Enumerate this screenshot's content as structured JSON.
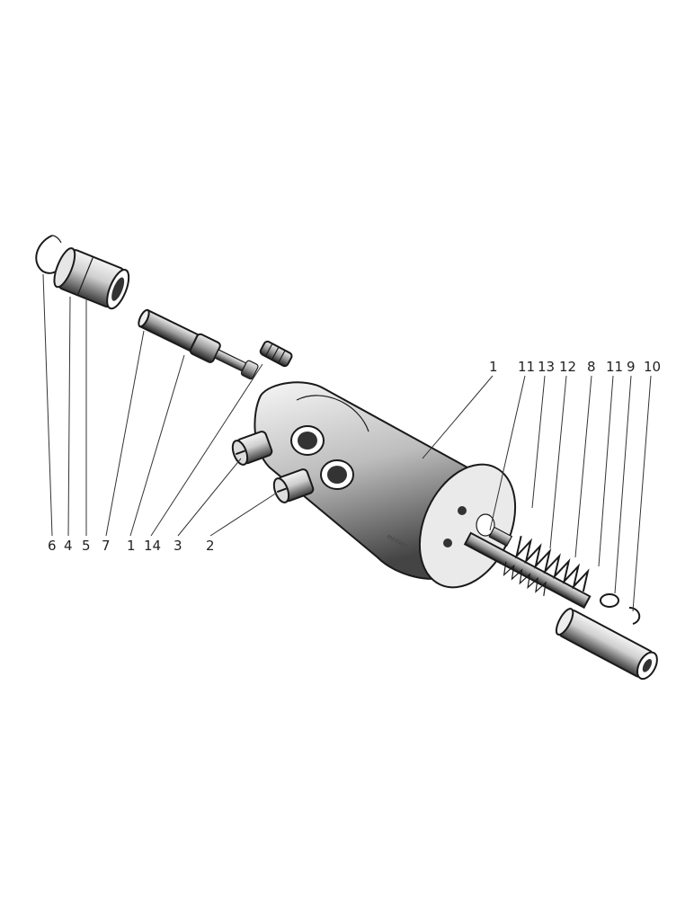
{
  "bottom_callouts": [
    "6",
    "4",
    "5",
    "7",
    "1",
    "14",
    "3",
    "2"
  ],
  "top_callouts": [
    "1",
    "11",
    "13",
    "12",
    "8",
    "11",
    "9",
    "10"
  ],
  "logo_text": "MASSEY"
}
